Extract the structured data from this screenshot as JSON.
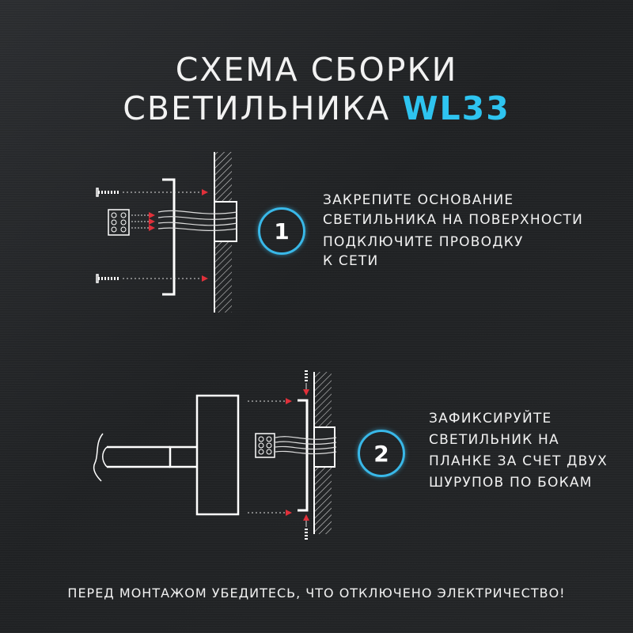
{
  "title": {
    "line1": "СХЕМА СБОРКИ",
    "line2_prefix": "СВЕТИЛЬНИКА",
    "line2_model": "WL33"
  },
  "colors": {
    "accent": "#2ec4f0",
    "circle": "#39b8e8",
    "arrow": "#e0303a",
    "text": "#f2f2f2",
    "background": "#232527"
  },
  "step1": {
    "number": "1",
    "lines": [
      "ЗАКРЕПИТЕ ОСНОВАНИЕ",
      "СВЕТИЛЬНИКА НА ПОВЕРХНОСТИ",
      "ПОДКЛЮЧИТЕ ПРОВОДКУ",
      "К СЕТИ"
    ]
  },
  "step2": {
    "number": "2",
    "lines": [
      "ЗАФИКСИРУЙТЕ",
      "СВЕТИЛЬНИК НА",
      "ПЛАНКЕ ЗА СЧЕТ ДВУХ",
      "ШУРУПОВ ПО БОКАМ"
    ]
  },
  "warning": "ПЕРЕД МОНТАЖОМ УБЕДИТЕСЬ, ЧТО ОТКЛЮЧЕНО ЭЛЕКТРИЧЕСТВО!"
}
